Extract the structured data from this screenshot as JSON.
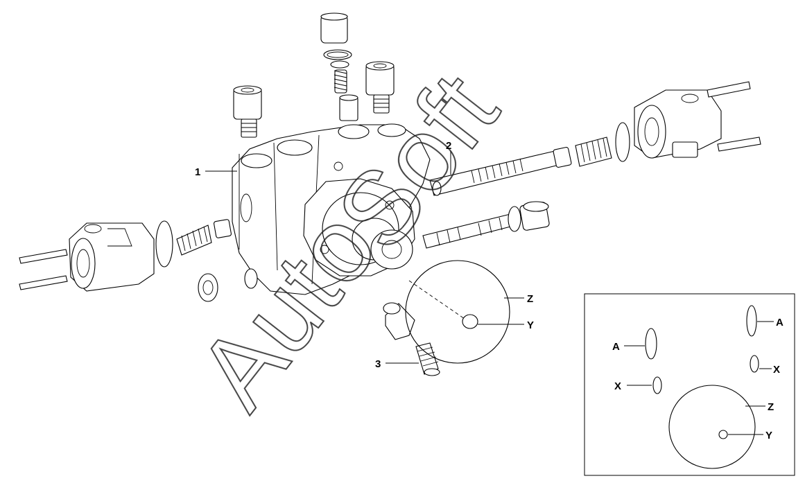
{
  "colors": {
    "background": "#ffffff",
    "line": "#000000"
  },
  "callouts": {
    "part1": "1",
    "part2": "2",
    "part3": "3",
    "z": "Z",
    "y": "Y"
  },
  "detail": {
    "a_left": "A",
    "a_right": "A",
    "x_left": "X",
    "x_right": "X",
    "z": "Z",
    "y": "Y"
  },
  "watermark": {
    "line1": "Auto",
    "line2": "Soft"
  }
}
